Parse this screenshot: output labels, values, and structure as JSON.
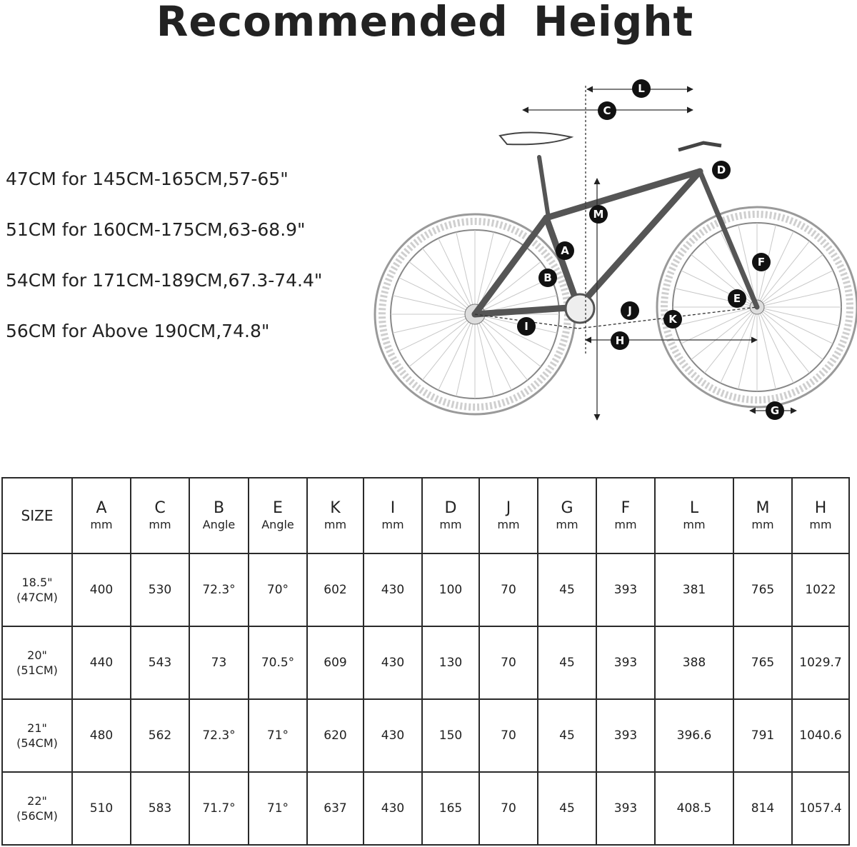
{
  "title": "Recommended  Height",
  "size_guide": [
    "47CM for 145CM-165CM,57-65\"",
    "51CM for 160CM-175CM,63-68.9\"",
    "54CM for 171CM-189CM,67.3-74.4\"",
    "56CM for Above 190CM,74.8\""
  ],
  "diagram": {
    "labels": [
      "L",
      "C",
      "D",
      "M",
      "A",
      "B",
      "F",
      "E",
      "J",
      "K",
      "I",
      "H",
      "G"
    ],
    "accent": "#111111"
  },
  "table": {
    "size_header": "SIZE",
    "headers": [
      {
        "letter": "A",
        "unit": "mm"
      },
      {
        "letter": "C",
        "unit": "mm"
      },
      {
        "letter": "B",
        "unit": "Angle"
      },
      {
        "letter": "E",
        "unit": "Angle"
      },
      {
        "letter": "K",
        "unit": "mm"
      },
      {
        "letter": "I",
        "unit": "mm"
      },
      {
        "letter": "D",
        "unit": "mm"
      },
      {
        "letter": "J",
        "unit": "mm"
      },
      {
        "letter": "G",
        "unit": "mm"
      },
      {
        "letter": "F",
        "unit": "mm"
      },
      {
        "letter": "L",
        "unit": "mm"
      },
      {
        "letter": "M",
        "unit": "mm"
      },
      {
        "letter": "H",
        "unit": "mm"
      }
    ],
    "rows": [
      {
        "size": "18.5\"\n(47CM)",
        "values": [
          "400",
          "530",
          "72.3°",
          "70°",
          "602",
          "430",
          "100",
          "70",
          "45",
          "393",
          "381",
          "765",
          "1022"
        ]
      },
      {
        "size": "20\"\n(51CM)",
        "values": [
          "440",
          "543",
          "73",
          "70.5°",
          "609",
          "430",
          "130",
          "70",
          "45",
          "393",
          "388",
          "765",
          "1029.7"
        ]
      },
      {
        "size": "21\"\n(54CM)",
        "values": [
          "480",
          "562",
          "72.3°",
          "71°",
          "620",
          "430",
          "150",
          "70",
          "45",
          "393",
          "396.6",
          "791",
          "1040.6"
        ]
      },
      {
        "size": "22\"\n(56CM)",
        "values": [
          "510",
          "583",
          "71.7°",
          "71°",
          "637",
          "430",
          "165",
          "70",
          "45",
          "393",
          "408.5",
          "814",
          "1057.4"
        ]
      }
    ]
  }
}
